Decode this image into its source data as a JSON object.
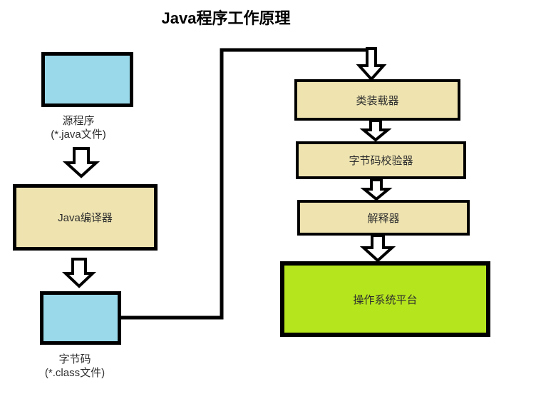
{
  "title": "Java程序工作原理",
  "colors": {
    "box_blue": "#99D9EA",
    "box_tan": "#EFE4B0",
    "box_green": "#B5E61D",
    "line": "#000000"
  },
  "nodes": {
    "source": {
      "label_line1": "源程序",
      "label_line2": "(*.java文件)"
    },
    "compiler": {
      "label": "Java编译器"
    },
    "bytecode": {
      "label_line1": "字节码",
      "label_line2": "(*.class文件)"
    },
    "class_loader": {
      "label": "类装载器"
    },
    "bytecode_verifier": {
      "label": "字节码校验器"
    },
    "interpreter": {
      "label": "解释器"
    },
    "os_platform": {
      "label": "操作系统平台"
    }
  }
}
